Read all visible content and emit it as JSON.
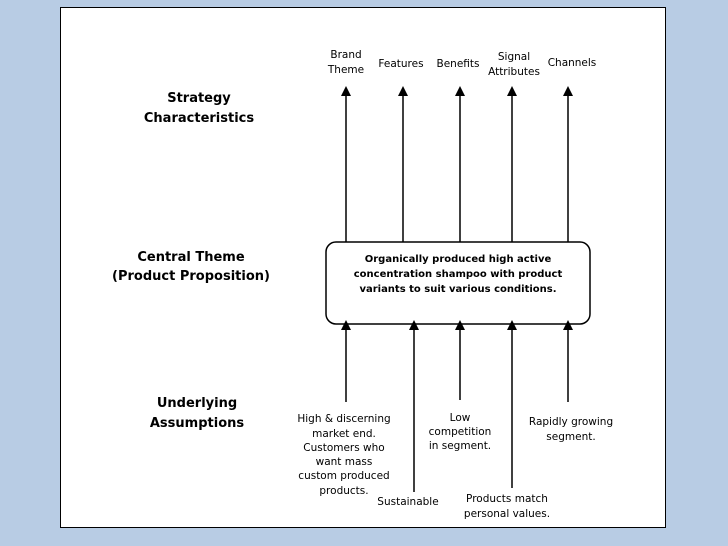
{
  "left_labels": {
    "strategy": [
      "Strategy",
      "Characteristics"
    ],
    "central": [
      "Central Theme",
      "(Product Proposition)"
    ],
    "assumptions": [
      "Underlying",
      "Assumptions"
    ]
  },
  "characteristics": [
    {
      "lines": [
        "Brand",
        "Theme"
      ]
    },
    {
      "lines": [
        "Features"
      ]
    },
    {
      "lines": [
        "Benefits"
      ]
    },
    {
      "lines": [
        "Signal",
        "Attributes"
      ]
    },
    {
      "lines": [
        "Channels"
      ]
    }
  ],
  "central_box": {
    "lines": [
      "Organically produced high active",
      "concentration shampoo with product",
      "variants to suit various conditions."
    ]
  },
  "assumptions": [
    {
      "lines": [
        "High & discerning",
        "market end.",
        "Customers who",
        "want mass",
        "custom produced",
        "products."
      ]
    },
    {
      "lines": [
        "Sustainable"
      ]
    },
    {
      "lines": [
        "Low",
        "competition",
        "in segment."
      ]
    },
    {
      "lines": [
        "Products match",
        "personal values."
      ]
    },
    {
      "lines": [
        "Rapidly growing",
        "segment."
      ]
    }
  ],
  "colors": {
    "background": "#b8cce4",
    "slide": "#ffffff",
    "ink": "#000000"
  }
}
